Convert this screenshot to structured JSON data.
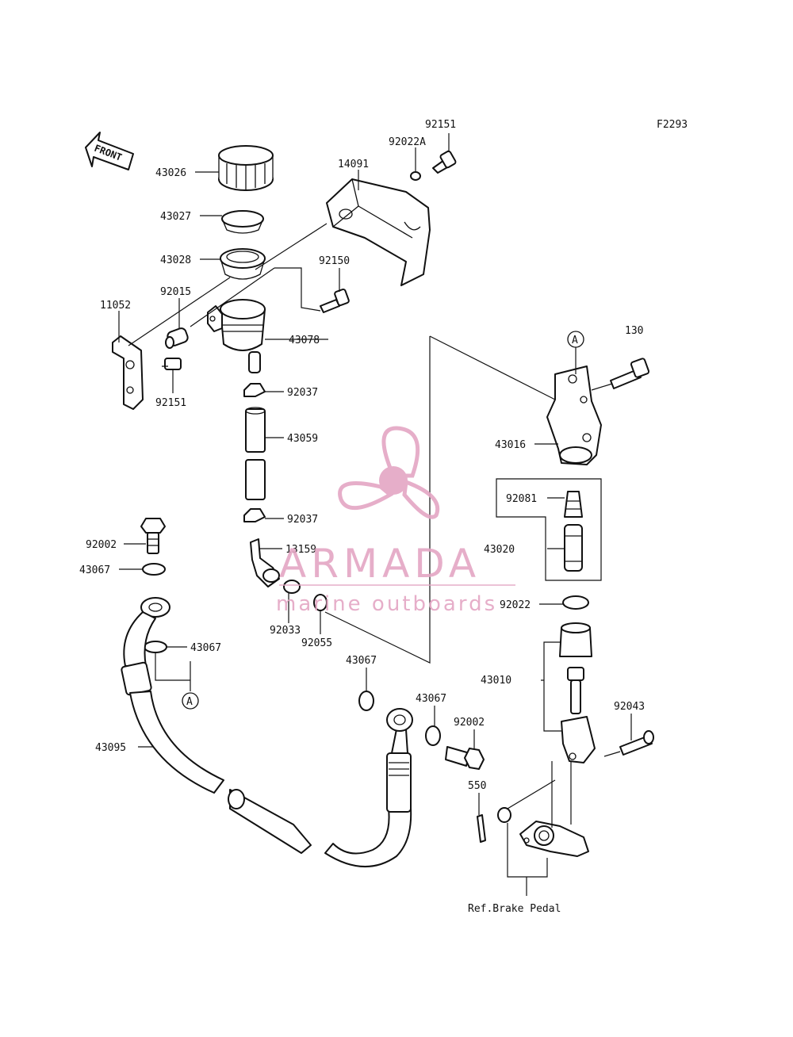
{
  "diagram_code": "F2293",
  "front_label": "FRONT",
  "ref_label": "Ref.Brake Pedal",
  "callout_a": "A",
  "watermark": {
    "brand": "ARMADA",
    "tagline": "marine outboards",
    "color": "#e4a6c4"
  },
  "parts": [
    {
      "id": "p-92151-top",
      "num": "92151"
    },
    {
      "id": "p-92022a",
      "num": "92022A"
    },
    {
      "id": "p-14091",
      "num": "14091"
    },
    {
      "id": "p-43026",
      "num": "43026"
    },
    {
      "id": "p-43027",
      "num": "43027"
    },
    {
      "id": "p-43028",
      "num": "43028"
    },
    {
      "id": "p-92150",
      "num": "92150"
    },
    {
      "id": "p-92015",
      "num": "92015"
    },
    {
      "id": "p-11052",
      "num": "11052"
    },
    {
      "id": "p-43078",
      "num": "43078"
    },
    {
      "id": "p-92151-low",
      "num": "92151"
    },
    {
      "id": "p-130",
      "num": "130"
    },
    {
      "id": "p-92037-a",
      "num": "92037"
    },
    {
      "id": "p-43059",
      "num": "43059"
    },
    {
      "id": "p-43016",
      "num": "43016"
    },
    {
      "id": "p-92081",
      "num": "92081"
    },
    {
      "id": "p-92037-b",
      "num": "92037"
    },
    {
      "id": "p-92002-a",
      "num": "92002"
    },
    {
      "id": "p-43020",
      "num": "43020"
    },
    {
      "id": "p-13159",
      "num": "13159"
    },
    {
      "id": "p-43067-a",
      "num": "43067"
    },
    {
      "id": "p-92022",
      "num": "92022"
    },
    {
      "id": "p-92033",
      "num": "92033"
    },
    {
      "id": "p-92055",
      "num": "92055"
    },
    {
      "id": "p-43067-b",
      "num": "43067"
    },
    {
      "id": "p-43067-c",
      "num": "43067"
    },
    {
      "id": "p-43010",
      "num": "43010"
    },
    {
      "id": "p-43067-d",
      "num": "43067"
    },
    {
      "id": "p-92043",
      "num": "92043"
    },
    {
      "id": "p-92002-b",
      "num": "92002"
    },
    {
      "id": "p-43095",
      "num": "43095"
    },
    {
      "id": "p-550",
      "num": "550"
    }
  ]
}
